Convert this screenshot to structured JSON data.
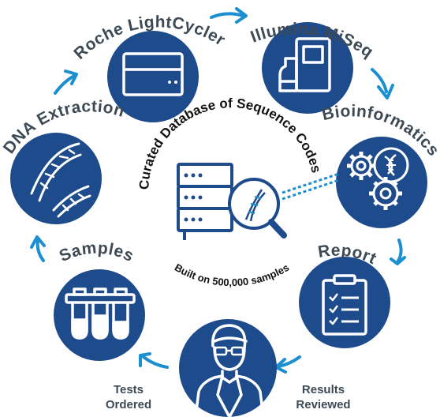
{
  "colors": {
    "circle": "#1e4b8c",
    "arrow": "#1c8fd0",
    "label": "#3d4a55",
    "center_icon": "#1e4b8c",
    "dashed": "#1c8fd0"
  },
  "center": {
    "title": "Curated Database of Sequence Codes",
    "subtitle": "Built on 500,000 samples",
    "icon": "database-magnifier-dna-icon"
  },
  "steps": [
    {
      "id": "roche",
      "label": "Roche LightCycler",
      "icon": "server-rack-icon"
    },
    {
      "id": "illumina",
      "label": "Illumina MiSeq",
      "icon": "sequencer-machine-icon"
    },
    {
      "id": "bioinformatics",
      "label": "Bioinformatics",
      "icon": "gears-dna-icon"
    },
    {
      "id": "report",
      "label": "Report",
      "icon": "clipboard-checklist-icon"
    },
    {
      "id": "results",
      "label": "Results\nReviewed",
      "icon": "scientist-icon"
    },
    {
      "id": "samples",
      "label": "Samples",
      "icon": "test-tubes-icon"
    },
    {
      "id": "dna",
      "label": "DNA Extraction",
      "icon": "dna-helix-icon"
    }
  ],
  "bottom_left_label": "Tests\nOrdered"
}
